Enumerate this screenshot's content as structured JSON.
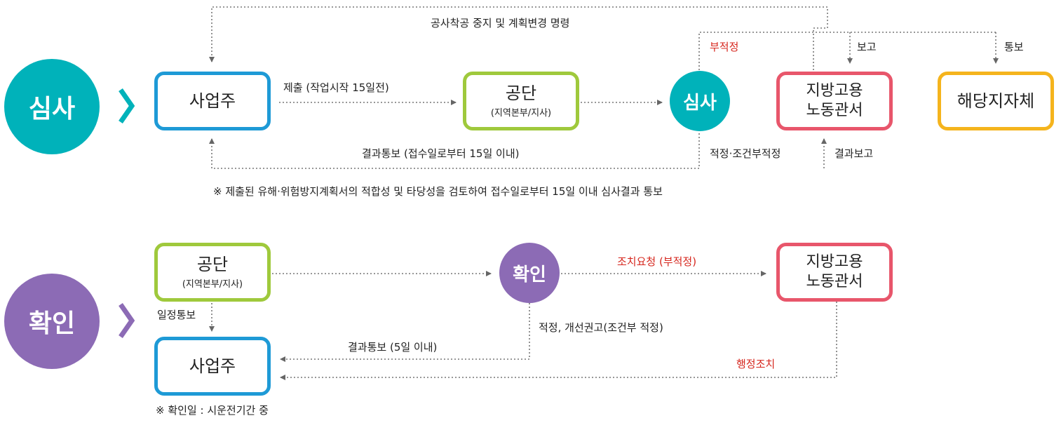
{
  "colors": {
    "teal": "#00b2ba",
    "purple": "#8c6bb5",
    "blue": "#1e9ad6",
    "green": "#9fc93c",
    "pink": "#e8566b",
    "yellow": "#f5b41d",
    "red": "#d6261d",
    "line": "#666666"
  },
  "review": {
    "label": "심사",
    "owner": "사업주",
    "agency": {
      "name": "공단",
      "sub": "(지역본부/지사)"
    },
    "review_node": "심사",
    "labor_office": "지방고용\n노동관서",
    "local_gov": "해당지자체",
    "top_order": "공사착공 중지 및 계획변경 명령",
    "submit": "제출 (작업시작 15일전)",
    "result": "결과통보 (접수일로부터 15일 이내)",
    "unfit": "부적정",
    "fit": "적정·조건부적정",
    "report": "보고",
    "notify": "통보",
    "result_report": "결과보고",
    "note": "※ 제출된 유해·위험방지계획서의 적합성 및 타당성을 검토하여 접수일로부터 15일 이내 심사결과 통보"
  },
  "confirm": {
    "label": "확인",
    "agency": {
      "name": "공단",
      "sub": "(지역본부/지사)"
    },
    "owner": "사업주",
    "confirm_node": "확인",
    "labor_office": "지방고용\n노동관서",
    "action_request": "조치요청 (부적정)",
    "schedule_notice": "일정통보",
    "fit_advice": "적정, 개선권고(조건부 적정)",
    "result": "결과통보 (5일 이내)",
    "admin_action": "행정조치",
    "note": "※ 확인일 : 시운전기간 중"
  }
}
